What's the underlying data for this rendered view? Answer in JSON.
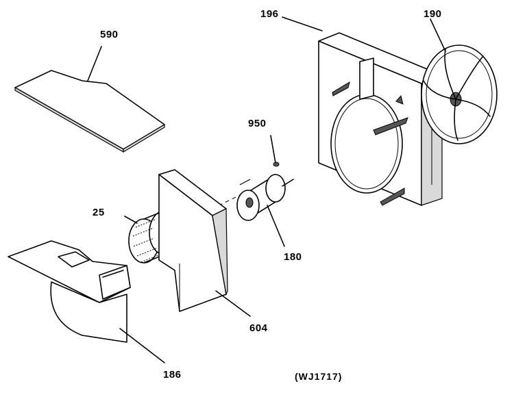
{
  "parts": [
    {
      "id": "590"
    },
    {
      "id": "196"
    },
    {
      "id": "190"
    },
    {
      "id": "950"
    },
    {
      "id": "180"
    },
    {
      "id": "25"
    },
    {
      "id": "604"
    },
    {
      "id": "186"
    }
  ],
  "caption": "(WJ1717)"
}
